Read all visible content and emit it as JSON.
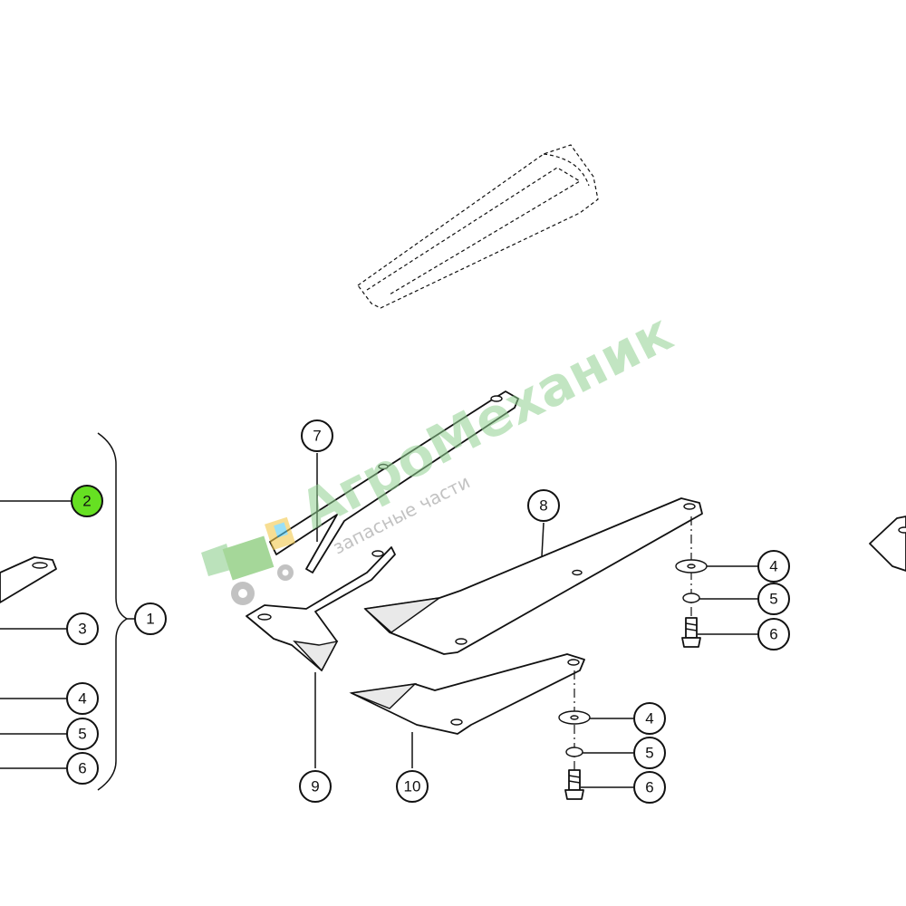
{
  "callouts": {
    "c1": "1",
    "c2": "2",
    "c3": "3",
    "c4a": "4",
    "c5a": "5",
    "c6a": "6",
    "c7": "7",
    "c8": "8",
    "c4b": "4",
    "c5b": "5",
    "c6b": "6",
    "c9": "9",
    "c10": "10",
    "c4c": "4",
    "c5c": "5",
    "c6c": "6"
  },
  "colors": {
    "highlight_callout": "#66e022",
    "watermark_green": "#8fd08f",
    "line": "#111111"
  },
  "watermark": {
    "brand": "АгроМеханик",
    "tagline": "запасные части",
    "logo_icon": "combine-harvester-icon"
  }
}
